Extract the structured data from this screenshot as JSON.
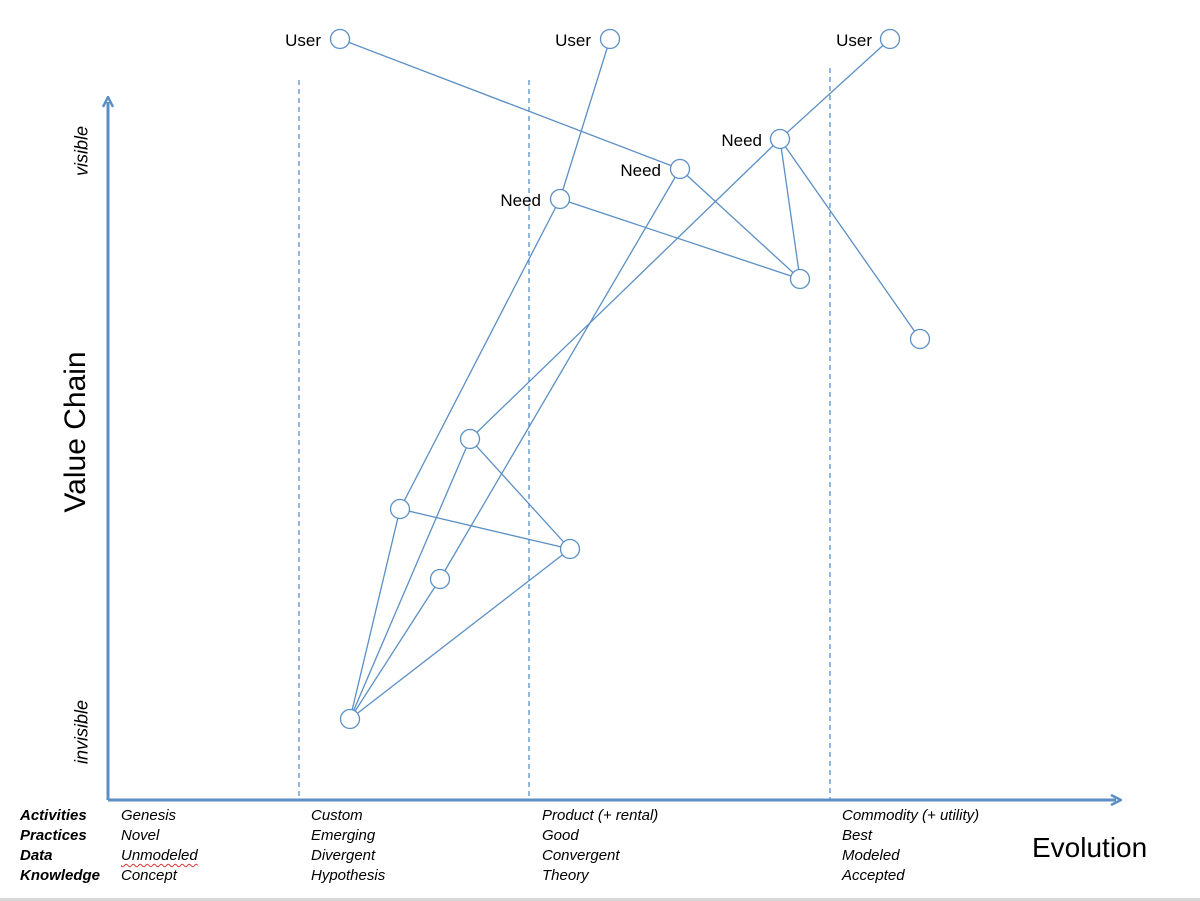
{
  "axes": {
    "y_title": "Value Chain",
    "y_top": "visible",
    "y_bottom": "invisible",
    "x_title": "Evolution"
  },
  "stage_rows": [
    "Activities",
    "Practices",
    "Data",
    "Knowledge"
  ],
  "stages": [
    {
      "name": "genesis",
      "values": [
        "Genesis",
        "Novel",
        "Unmodeled",
        "Concept"
      ]
    },
    {
      "name": "custom",
      "values": [
        "Custom",
        "Emerging",
        "Divergent",
        "Hypothesis"
      ]
    },
    {
      "name": "product",
      "values": [
        "Product (+ rental)",
        "Good",
        "Convergent",
        "Theory"
      ]
    },
    {
      "name": "commodity",
      "values": [
        "Commodity (+ utility)",
        "Best",
        "Modeled",
        "Accepted"
      ]
    }
  ],
  "labels": {
    "user": "User",
    "need": "Need"
  },
  "colors": {
    "line": "#5b8fc4",
    "node_fill": "#ffffff",
    "text": "#000000",
    "spellcheck": "#d33333"
  }
}
